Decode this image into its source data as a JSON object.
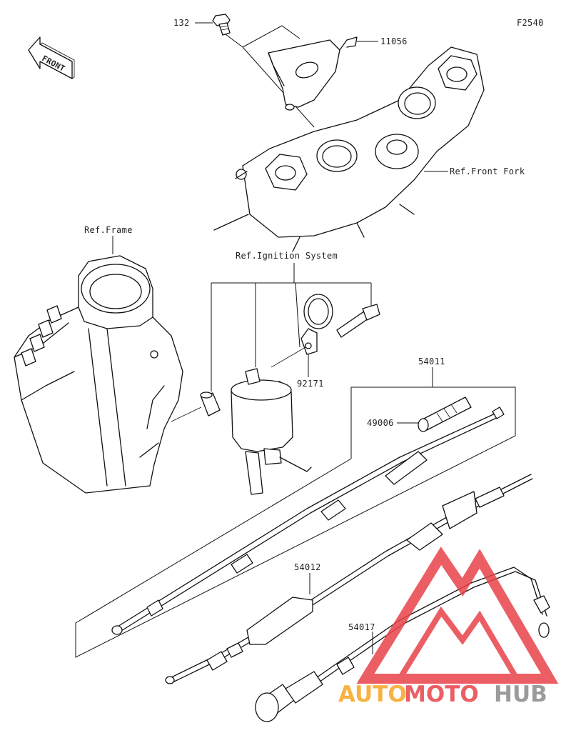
{
  "figure_code": "F2540",
  "front_label": "FRONT",
  "labels": {
    "bolt_132": "132",
    "bracket_11056": "11056",
    "ref_front_fork": "Ref.Front Fork",
    "ref_frame": "Ref.Frame",
    "ref_ignition": "Ref.Ignition System",
    "clamp_92171": "92171",
    "cable_54011": "54011",
    "cap_49006": "49006",
    "cable_54012": "54012",
    "cable_54017": "54017"
  },
  "watermark": {
    "part1": "AUTO",
    "part2": "MOTO",
    "part3": "HUB",
    "color_orange": "#f5a623",
    "color_red": "#e8424a",
    "color_gray": "#8a8a8a"
  }
}
